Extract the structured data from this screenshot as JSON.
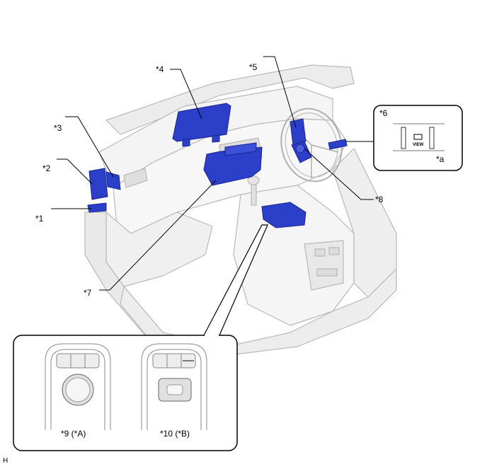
{
  "callouts": {
    "c1": "*1",
    "c2": "*2",
    "c3": "*3",
    "c4": "*4",
    "c5": "*5",
    "c6": "*6",
    "c7": "*7",
    "c8": "*8",
    "ca": "*a",
    "c9": "*9 (*A)",
    "c10": "*10 (*B)"
  },
  "inset_switch": {
    "view_label": "VIEW"
  },
  "corner_mark": "H",
  "colors": {
    "highlight": "#2b3fc8",
    "highlight_dark": "#1a2690",
    "outline": "#b9b9b9",
    "shade": "#e6e6e6",
    "frame": "#000000"
  }
}
